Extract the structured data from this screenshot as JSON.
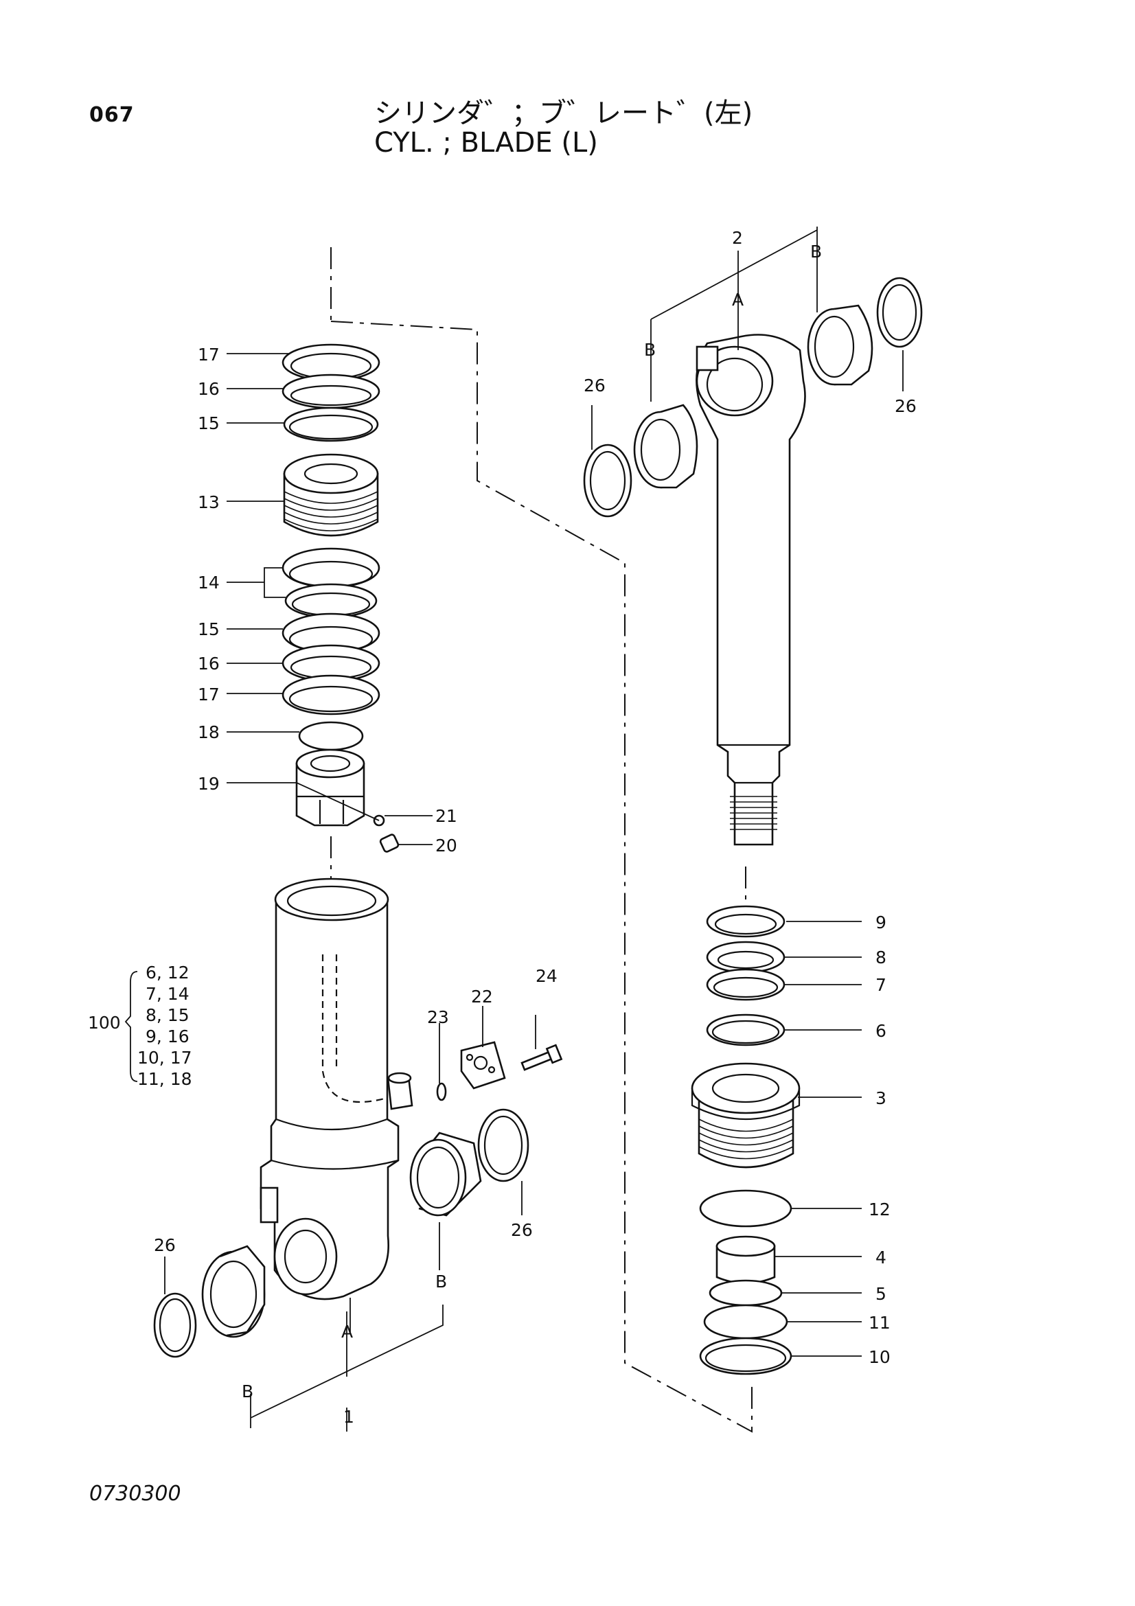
{
  "header": {
    "page_number": "067",
    "title_jp": "シリンダ゛；ブ゛レート゛(左)",
    "title_en": "CYL. ; BLADE (L)",
    "drawing_number": "0730300"
  },
  "callouts": {
    "c1": "1",
    "c2": "2",
    "c3": "3",
    "c4": "4",
    "c5": "5",
    "c6": "6",
    "c7": "7",
    "c8": "8",
    "c9": "9",
    "c10": "10",
    "c11": "11",
    "c12": "12",
    "c13": "13",
    "c14": "14",
    "c15a": "15",
    "c15b": "15",
    "c16a": "16",
    "c16b": "16",
    "c17a": "17",
    "c17b": "17",
    "c18": "18",
    "c19": "19",
    "c20": "20",
    "c21": "21",
    "c22": "22",
    "c23": "23",
    "c24": "24",
    "c26a": "26",
    "c26b": "26",
    "c26c": "26",
    "c26d": "26",
    "c100": "100",
    "A1": "A",
    "A2": "A",
    "B1": "B",
    "B2": "B",
    "B3": "B",
    "B4": "B"
  },
  "kit_list": [
    "6,  12",
    "7,  14",
    "8,  15",
    "9,  16",
    "10,  17",
    "11,  18"
  ]
}
